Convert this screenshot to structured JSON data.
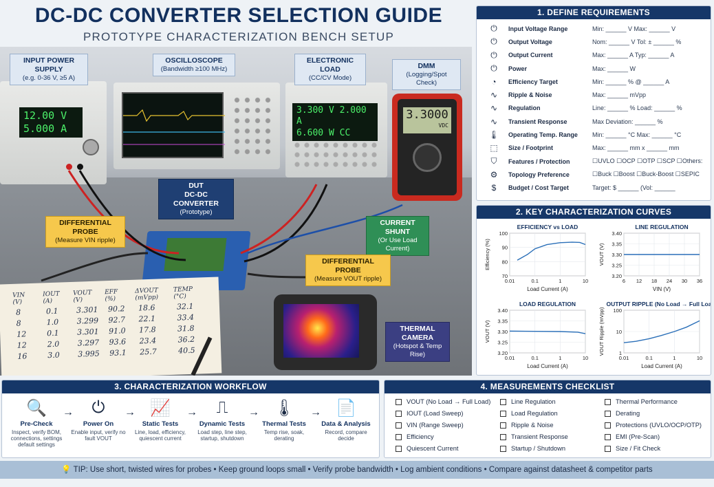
{
  "title": "DC-DC CONVERTER SELECTION GUIDE",
  "subtitle": "PROTOTYPE CHARACTERIZATION BENCH SETUP",
  "bench": {
    "psu": {
      "label": "INPUT POWER SUPPLY",
      "sub": "(e.g. 0-36 V, ≥5 A)",
      "lcd1": "12.00 V",
      "lcd2": "5.000 A"
    },
    "scope": {
      "label": "OSCILLOSCOPE",
      "sub": "(Bandwidth ≥100 MHz)"
    },
    "eload": {
      "label": "ELECTRONIC LOAD",
      "sub": "(CC/CV Mode)",
      "lcd1": "3.300 V  2.000 A",
      "lcd2": "6.600 W     CC"
    },
    "dmm": {
      "label": "DMM",
      "sub": "(Logging/Spot Check)",
      "lcd": "3.3000",
      "unit": "VDC"
    },
    "dut": {
      "label": "DUT",
      "label2": "DC-DC CONVERTER",
      "sub": "(Prototype)"
    },
    "probe_in": {
      "label": "DIFFERENTIAL PROBE",
      "sub": "(Measure VIN ripple)"
    },
    "probe_out": {
      "label": "DIFFERENTIAL PROBE",
      "sub": "(Measure VOUT ripple)"
    },
    "shunt": {
      "label": "CURRENT SHUNT",
      "sub": "(Or Use Load Current)"
    },
    "thermal": {
      "label": "THERMAL CAMERA",
      "sub": "(Hotspot & Temp Rise)"
    },
    "notebook": {
      "headers": [
        "VIN (V)",
        "IOUT (A)",
        "VOUT (V)",
        "EFF (%)",
        "ΔVOUT (mVpp)",
        "TEMP (°C)"
      ],
      "rows": [
        [
          "8",
          "0.1",
          "3.301",
          "90.2",
          "18.6",
          "32.1"
        ],
        [
          "8",
          "1.0",
          "3.299",
          "92.7",
          "22.1",
          "33.4"
        ],
        [
          "12",
          "0.1",
          "3.301",
          "91.0",
          "17.8",
          "31.8"
        ],
        [
          "12",
          "2.0",
          "3.297",
          "93.6",
          "23.4",
          "36.2"
        ],
        [
          "16",
          "3.0",
          "3.995",
          "93.1",
          "25.7",
          "40.5"
        ]
      ]
    }
  },
  "requirements": {
    "header": "1. DEFINE REQUIREMENTS",
    "rows": [
      {
        "icon": "power-plug-icon",
        "glyph": "⏻",
        "label": "Input Voltage Range",
        "field": "Min: ______ V   Max: ______ V"
      },
      {
        "icon": "output-icon",
        "glyph": "⏻",
        "label": "Output Voltage",
        "field": "Nom: ______ V   Tol: ± ______ %"
      },
      {
        "icon": "current-icon",
        "glyph": "⏻",
        "label": "Output Current",
        "field": "Max: ______ A   Typ: ______ A"
      },
      {
        "icon": "power-icon",
        "glyph": "⏻",
        "label": "Power",
        "field": "Max: ______ W"
      },
      {
        "icon": "efficiency-icon",
        "glyph": "◔",
        "label": "Efficiency Target",
        "field": "Min: ______ % @ ______ A"
      },
      {
        "icon": "ripple-icon",
        "glyph": "∿",
        "label": "Ripple & Noise",
        "field": "Max: ______ mVpp"
      },
      {
        "icon": "regulation-icon",
        "glyph": "∿",
        "label": "Regulation",
        "field": "Line: ______ %   Load: ______ %"
      },
      {
        "icon": "transient-icon",
        "glyph": "∿",
        "label": "Transient Response",
        "field": "Max Deviation: ______ %"
      },
      {
        "icon": "thermometer-icon",
        "glyph": "🌡",
        "label": "Operating Temp. Range",
        "field": "Min: ______ °C   Max: ______ °C"
      },
      {
        "icon": "footprint-icon",
        "glyph": "⬚",
        "label": "Size / Footprint",
        "field": "Max: ______ mm x ______ mm"
      },
      {
        "icon": "shield-icon",
        "glyph": "⛉",
        "label": "Features / Protection",
        "field": "☐UVLO ☐OCP ☐OTP ☐SCP ☐Others:"
      },
      {
        "icon": "topology-icon",
        "glyph": "⚙",
        "label": "Topology Preference",
        "field": "☐Buck ☐Boost ☐Buck-Boost ☐SEPIC"
      },
      {
        "icon": "dollar-icon",
        "glyph": "$",
        "label": "Budget / Cost Target",
        "field": "Target: $ ______ (Vol: ______"
      }
    ]
  },
  "curves": {
    "header": "2. KEY CHARACTERIZATION CURVES"
  },
  "chart_data": [
    {
      "type": "line",
      "title": "EFFICIENCY vs LOAD",
      "xlabel": "Load Current (A)",
      "ylabel": "Efficiency (%)",
      "xscale": "log",
      "xlim": [
        0.01,
        10
      ],
      "ylim": [
        70,
        100
      ],
      "yticks": [
        70,
        80,
        90,
        100
      ],
      "xticks": [
        "0.01",
        "0.1",
        "1",
        "10"
      ],
      "x": [
        0.02,
        0.05,
        0.1,
        0.3,
        1,
        3,
        6,
        10
      ],
      "y": [
        81,
        85,
        89,
        92,
        93.3,
        93.7,
        93.5,
        92
      ]
    },
    {
      "type": "line",
      "title": "LINE REGULATION",
      "xlabel": "VIN (V)",
      "ylabel": "VOUT (V)",
      "xlim": [
        6,
        36
      ],
      "ylim": [
        3.2,
        3.4
      ],
      "yticks": [
        3.2,
        3.25,
        3.3,
        3.35,
        3.4
      ],
      "xticks": [
        "6",
        "12",
        "18",
        "24",
        "30",
        "36"
      ],
      "x": [
        6,
        12,
        18,
        24,
        30,
        36
      ],
      "y": [
        3.3,
        3.3,
        3.3,
        3.3,
        3.3,
        3.3
      ]
    },
    {
      "type": "line",
      "title": "LOAD REGULATION",
      "xlabel": "Load Current (A)",
      "ylabel": "VOUT (V)",
      "xscale": "log",
      "xlim": [
        0.01,
        10
      ],
      "ylim": [
        3.2,
        3.4
      ],
      "yticks": [
        3.2,
        3.25,
        3.3,
        3.35,
        3.4
      ],
      "xticks": [
        "0.01",
        "0.1",
        "1",
        "10"
      ],
      "x": [
        0.01,
        0.1,
        1,
        5,
        10
      ],
      "y": [
        3.302,
        3.301,
        3.3,
        3.297,
        3.29
      ]
    },
    {
      "type": "line",
      "title": "OUTPUT RIPPLE (No Load → Full Load)",
      "xlabel": "Load Current (A)",
      "ylabel": "VOUT Ripple (mVpp)",
      "xscale": "log",
      "yscale": "log",
      "xlim": [
        0.01,
        10
      ],
      "ylim": [
        1,
        100
      ],
      "yticks": [
        1,
        10,
        100
      ],
      "xticks": [
        "0.01",
        "0.1",
        "1",
        "10"
      ],
      "x": [
        0.01,
        0.03,
        0.1,
        0.3,
        1,
        3,
        10
      ],
      "y": [
        3,
        3.5,
        4.6,
        6.5,
        10,
        16,
        32
      ]
    }
  ],
  "workflow": {
    "header": "3. CHARACTERIZATION WORKFLOW",
    "steps": [
      {
        "icon": "magnifier-icon",
        "glyph": "🔍",
        "title": "Pre-Check",
        "desc": "Inspect, verify BOM, connections, settings default settings"
      },
      {
        "icon": "power-button-icon",
        "glyph": "⏻",
        "title": "Power On",
        "desc": "Enable input, verify no fault VOUT"
      },
      {
        "icon": "line-chart-icon",
        "glyph": "📈",
        "title": "Static Tests",
        "desc": "Line, load, efficiency, quiescent current"
      },
      {
        "icon": "pulse-icon",
        "glyph": "⎍",
        "title": "Dynamic Tests",
        "desc": "Load step, line step, startup, shutdown"
      },
      {
        "icon": "thermometer-icon",
        "glyph": "🌡",
        "title": "Thermal Tests",
        "desc": "Temp rise, soak, derating"
      },
      {
        "icon": "document-icon",
        "glyph": "📄",
        "title": "Data & Analysis",
        "desc": "Record, compare decide"
      }
    ]
  },
  "checklist": {
    "header": "4. MEASUREMENTS CHECKLIST",
    "col1": [
      "VOUT (No Load → Full Load)",
      "IOUT (Load Sweep)",
      "VIN (Range Sweep)",
      "Efficiency",
      "Quiescent Current"
    ],
    "col2": [
      "Line Regulation",
      "Load Regulation",
      "Ripple & Noise",
      "Transient Response",
      "Startup / Shutdown"
    ],
    "col3": [
      "Thermal Performance",
      "Derating",
      "Protections (UVLO/OCP/OTP)",
      "EMI (Pre-Scan)",
      "Size / Fit Check"
    ]
  },
  "tip": "TIP: Use short, twisted wires for probes • Keep ground loops small • Verify probe bandwidth • Log ambient conditions • Compare against datasheet & competitor parts",
  "colors": {
    "navy": "#163768",
    "curve": "#2a6fb8",
    "yellow": "#f6c84c",
    "green": "#2f8f56"
  }
}
